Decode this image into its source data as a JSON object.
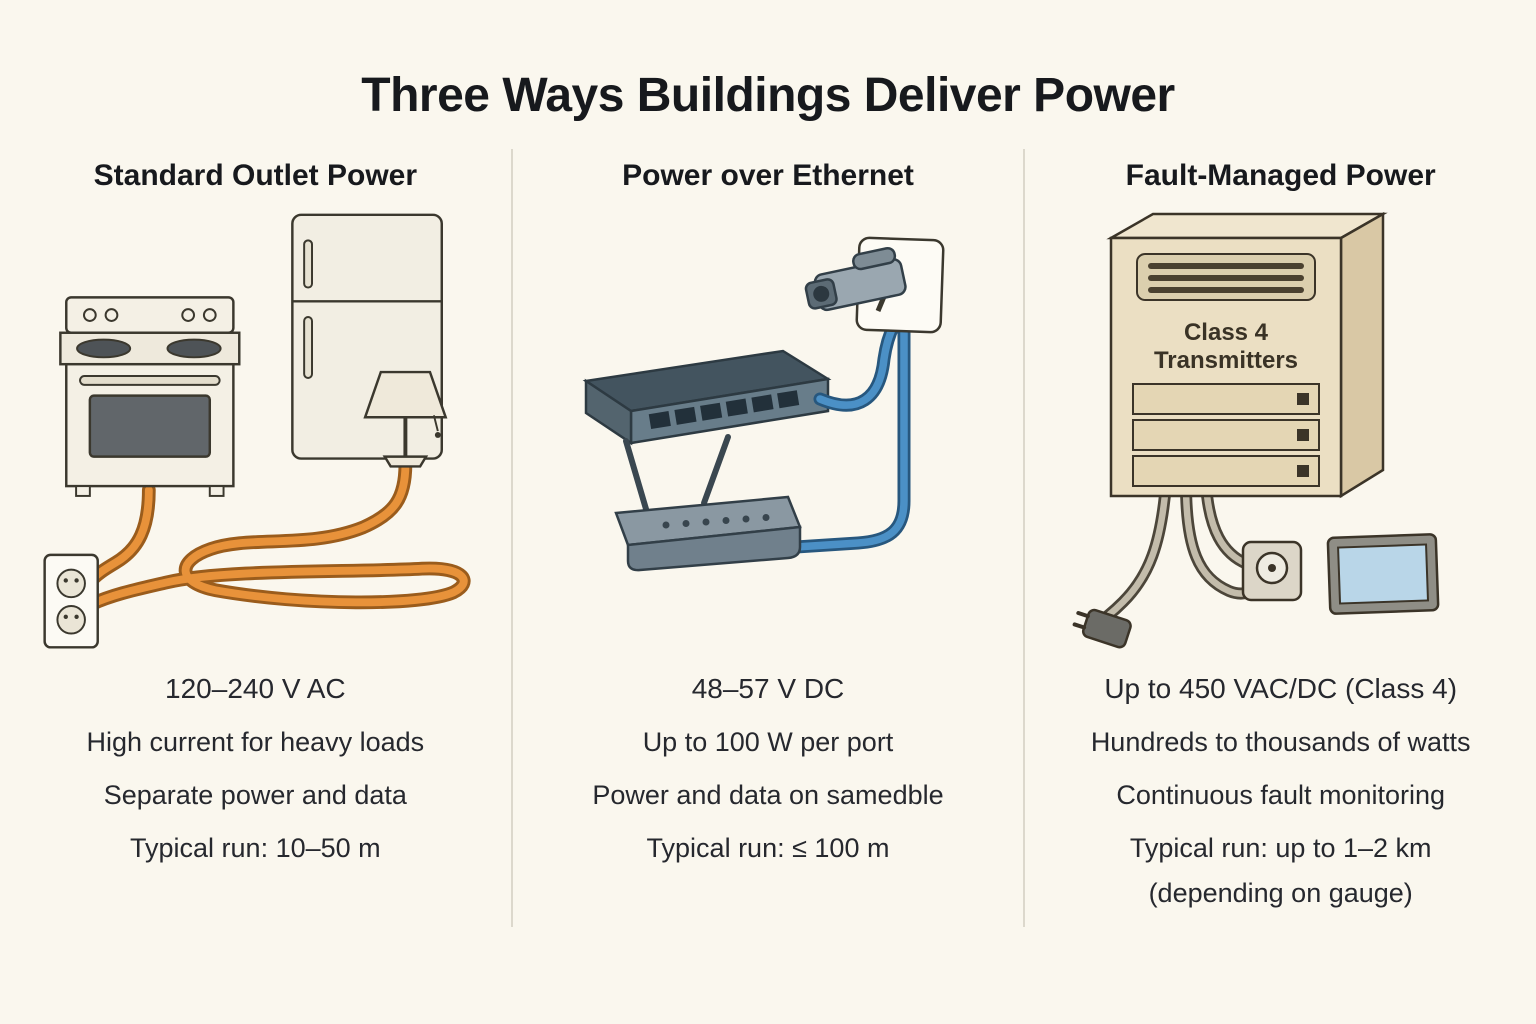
{
  "title": "Three Ways Buildings Deliver Power",
  "columns": [
    {
      "heading": "Standard Outlet Power",
      "specs": [
        "120–240 V AC",
        "High current for heavy loads",
        "Separate power and data"
      ],
      "run": "Typical run: 10–50 m"
    },
    {
      "heading": "Power over Ethernet",
      "specs": [
        "48–57 V DC",
        "Up to 100 W per port",
        "Power and data on samedble"
      ],
      "run": "Typical run: ≤ 100 m"
    },
    {
      "heading": "Fault-Managed Power",
      "specs": [
        "Up to 450 VAC/DC (Class 4)",
        "Hundreds to thousands of watts",
        "Continuous fault monitoring"
      ],
      "run": "Typical run: up to 1–2 km",
      "run_note": "(depending on gauge)",
      "cabinet_label": {
        "line1": "Class 4",
        "line2": "Transmitters"
      }
    }
  ],
  "illustrations": {
    "standard_outlet": [
      "stove-icon",
      "refrigerator-icon",
      "lamp-icon",
      "outlet-icon",
      "power-cable"
    ],
    "poe": [
      "network-switch-icon",
      "security-camera-icon",
      "router-icon",
      "ethernet-cable"
    ],
    "fault_managed": [
      "cabinet-icon",
      "plug-icon",
      "wall-control-icon",
      "display-panel-icon",
      "power-cable"
    ]
  },
  "colors": {
    "background": "#faf7ee",
    "text": "#17191d",
    "divider": "#dcd8cc",
    "power_cable_orange": "#e8923a",
    "ethernet_cable_blue": "#4b90c6",
    "cabinet_beige": "#ebdfc3",
    "screen_blue": "#b9d6e8"
  }
}
